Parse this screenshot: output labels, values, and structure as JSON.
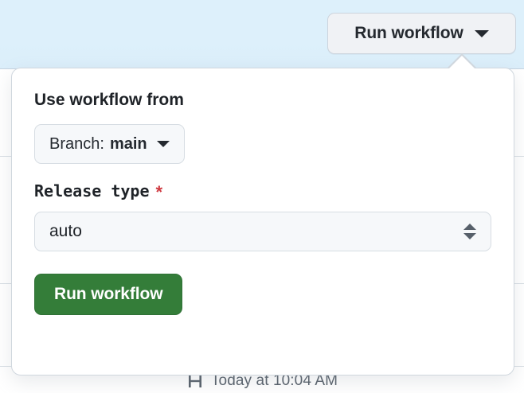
{
  "page": {
    "background_banner_color": "#ddf0fb",
    "divider_color": "#d8dee4"
  },
  "trigger": {
    "label": "Run workflow",
    "caret_icon": "chevron-down-icon"
  },
  "popover": {
    "workflow_from": {
      "label": "Use workflow from",
      "branch_button": {
        "prefix": "Branch:",
        "branch": "main",
        "caret_icon": "chevron-down-icon"
      }
    },
    "inputs": [
      {
        "label": "Release type",
        "required_marker": "*",
        "required_color": "#cf3a41",
        "type": "select",
        "value": "auto",
        "stepper_icon": "up-down-chevron-icon"
      }
    ],
    "submit": {
      "label": "Run workflow",
      "color": "#347d39"
    }
  },
  "run_meta": {
    "icon": "duration-icon",
    "text": "Today at 10:04 AM",
    "text_color": "#57606a"
  }
}
